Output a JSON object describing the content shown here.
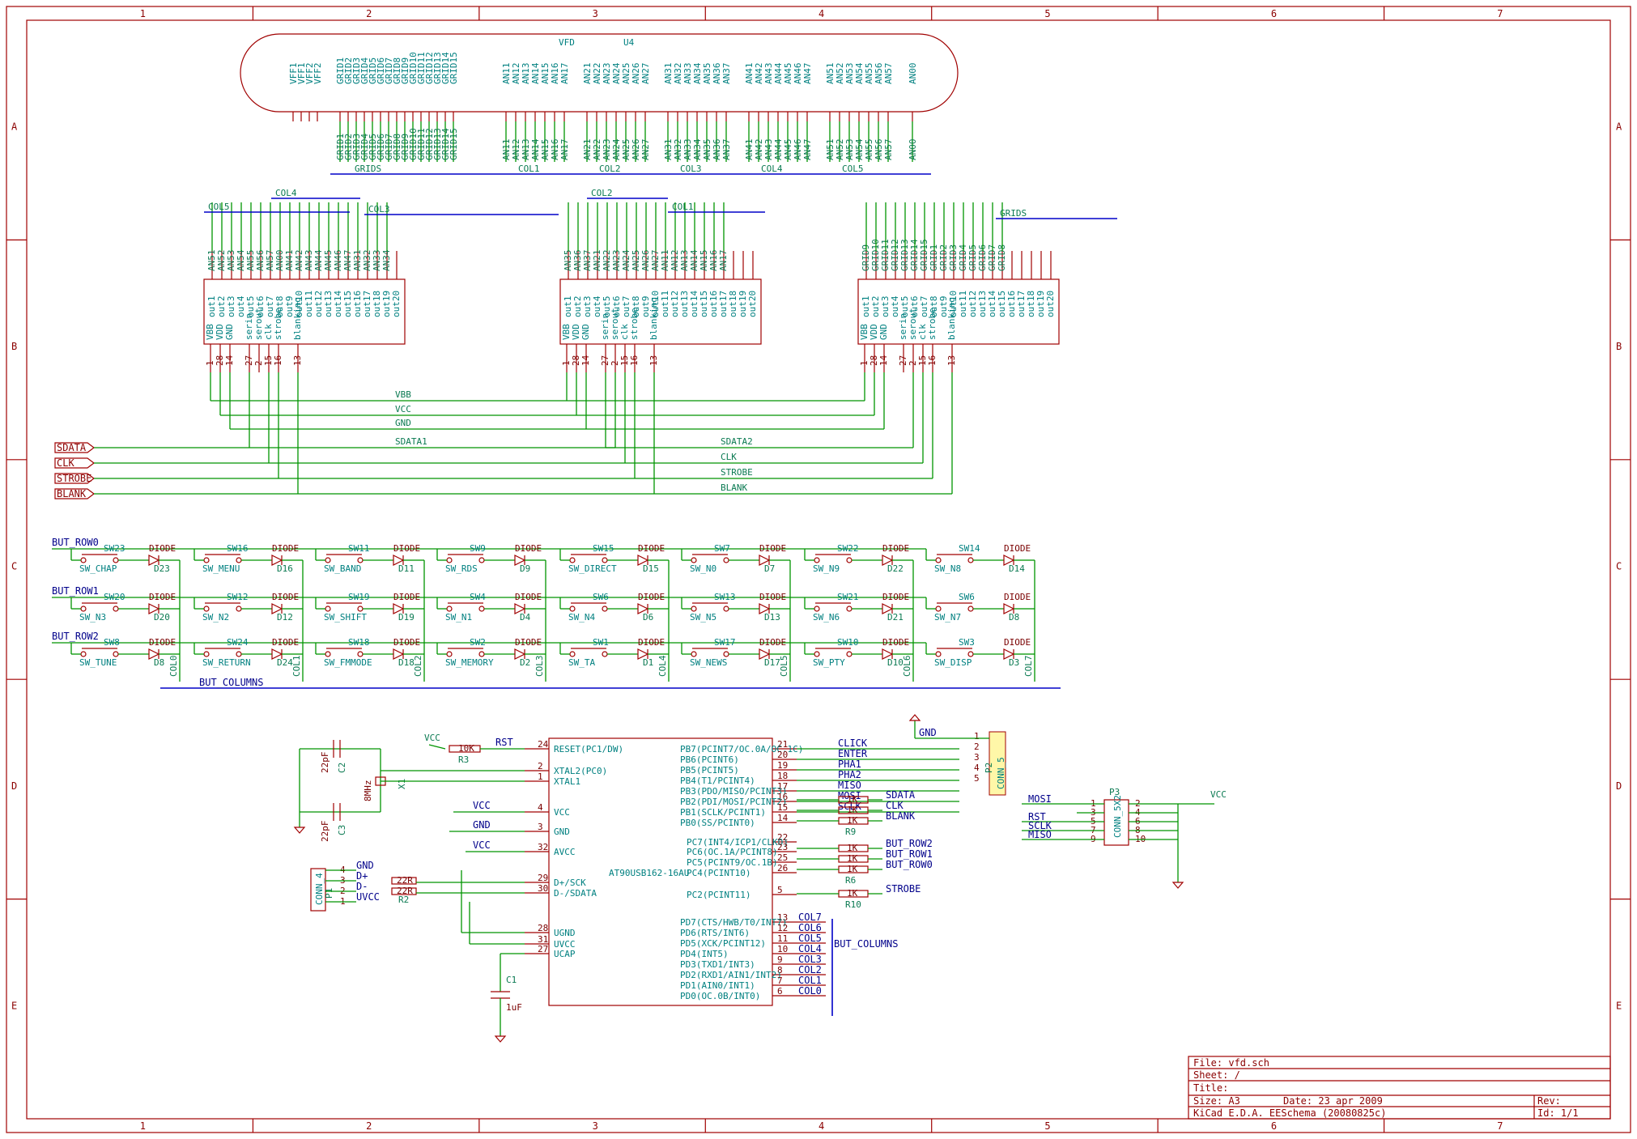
{
  "frame": {
    "columns": [
      "1",
      "2",
      "3",
      "4",
      "5",
      "6",
      "7"
    ],
    "rows": [
      "A",
      "B",
      "C",
      "D",
      "E"
    ]
  },
  "vfd": {
    "ref": "U4",
    "value": "VFD",
    "filament": [
      "VFF1",
      "VFF1",
      "VFF2",
      "VFF2"
    ],
    "grids": [
      "GRID1",
      "GRID2",
      "GRID3",
      "GRID4",
      "GRID5",
      "GRID6",
      "GRID7",
      "GRID8",
      "GRID9",
      "GRID10",
      "GRID11",
      "GRID12",
      "GRID13",
      "GRID14",
      "GRID15"
    ],
    "an1": [
      "AN11",
      "AN12",
      "AN13",
      "AN14",
      "AN15",
      "AN16",
      "AN17"
    ],
    "an2": [
      "AN21",
      "AN22",
      "AN23",
      "AN24",
      "AN25",
      "AN26",
      "AN27"
    ],
    "an3": [
      "AN31",
      "AN32",
      "AN33",
      "AN34",
      "AN35",
      "AN36",
      "AN37"
    ],
    "an4": [
      "AN41",
      "AN42",
      "AN43",
      "AN44",
      "AN45",
      "AN46",
      "AN47"
    ],
    "an5": [
      "AN51",
      "AN52",
      "AN53",
      "AN54",
      "AN55",
      "AN56",
      "AN57"
    ],
    "an0": [
      "AN00"
    ],
    "bus_labels": [
      "GRIDS",
      "COL1",
      "COL2",
      "COL3",
      "COL4",
      "COL5"
    ]
  },
  "drivers": {
    "out_pins": [
      "out1",
      "out2",
      "out3",
      "out4",
      "out5",
      "out6",
      "out7",
      "out8",
      "out9",
      "out10",
      "out11",
      "out12",
      "out13",
      "out14",
      "out15",
      "out16",
      "out17",
      "out18",
      "out19",
      "out20"
    ],
    "ctrl_pins": [
      "VBB",
      "VDD",
      "GND",
      "serin",
      "serout",
      "clk",
      "strobe",
      "blanking"
    ],
    "ctrl_nums": [
      "1",
      "28",
      "14",
      "27",
      "2",
      "15",
      "16",
      "13"
    ],
    "d1_nets": [
      "AN51",
      "AN52",
      "AN53",
      "AN54",
      "AN55",
      "AN56",
      "AN57",
      "AN00",
      "AN41",
      "AN42",
      "AN43",
      "AN44",
      "AN45",
      "AN46",
      "AN47",
      "AN31",
      "AN32",
      "AN33",
      "AN34"
    ],
    "d1_buses": [
      "COL5",
      "COL4",
      "COL3"
    ],
    "d2_nets": [
      "AN35",
      "AN36",
      "AN37",
      "AN21",
      "AN22",
      "AN23",
      "AN24",
      "AN25",
      "AN26",
      "AN27",
      "AN11",
      "AN12",
      "AN13",
      "AN14",
      "AN15",
      "AN16",
      "AN17"
    ],
    "d2_buses": [
      "COL2",
      "COL1"
    ],
    "d3_nets": [
      "GRID9",
      "GRID10",
      "GRID11",
      "GRID12",
      "GRID13",
      "GRID14",
      "GRID15",
      "GRID1",
      "GRID2",
      "GRID3",
      "GRID4",
      "GRID5",
      "GRID6",
      "GRID7",
      "GRID8"
    ],
    "d3_bus": "GRIDS"
  },
  "bus_nets": {
    "vbb": "VBB",
    "vcc": "VCC",
    "gnd": "GND",
    "sdata1": "SDATA1",
    "sdata2": "SDATA2",
    "clk": "CLK",
    "strobe": "STROBE",
    "blank": "BLANK"
  },
  "inputs": [
    "SDATA",
    "CLK",
    "STROBE",
    "BLANK"
  ],
  "buttons": {
    "row_labels": [
      "BUT_ROW0",
      "BUT_ROW1",
      "BUT_ROW2"
    ],
    "diode_value": "DIODE",
    "rows": [
      [
        {
          "sw": "SW23",
          "name": "SW_CHAP",
          "d": "D23"
        },
        {
          "sw": "SW16",
          "name": "SW_MENU",
          "d": "D16"
        },
        {
          "sw": "SW11",
          "name": "SW_BAND",
          "d": "D11"
        },
        {
          "sw": "SW9",
          "name": "SW_RDS",
          "d": "D9"
        },
        {
          "sw": "SW15",
          "name": "SW_DIRECT",
          "d": "D15"
        },
        {
          "sw": "SW7",
          "name": "SW_N0",
          "d": "D7"
        },
        {
          "sw": "SW22",
          "name": "SW_N9",
          "d": "D22"
        },
        {
          "sw": "SW14",
          "name": "SW_N8",
          "d": "D14"
        }
      ],
      [
        {
          "sw": "SW20",
          "name": "SW_N3",
          "d": "D20"
        },
        {
          "sw": "SW12",
          "name": "SW_N2",
          "d": "D12"
        },
        {
          "sw": "SW19",
          "name": "SW_SHIFT",
          "d": "D19"
        },
        {
          "sw": "SW4",
          "name": "SW_N1",
          "d": "D4"
        },
        {
          "sw": "SW6",
          "name": "SW_N4",
          "d": "D6"
        },
        {
          "sw": "SW13",
          "name": "SW_N5",
          "d": "D13"
        },
        {
          "sw": "SW21",
          "name": "SW_N6",
          "d": "D21"
        },
        {
          "sw": "SW6",
          "name": "SW_N7",
          "d": "D8"
        }
      ],
      [
        {
          "sw": "SW8",
          "name": "SW_TUNE",
          "d": "D8"
        },
        {
          "sw": "SW24",
          "name": "SW_RETURN",
          "d": "D24"
        },
        {
          "sw": "SW18",
          "name": "SW_FMMODE",
          "d": "D18"
        },
        {
          "sw": "SW2",
          "name": "SW_MEMORY",
          "d": "D2"
        },
        {
          "sw": "SW1",
          "name": "SW_TA",
          "d": "D1"
        },
        {
          "sw": "SW17",
          "name": "SW_NEWS",
          "d": "D17"
        },
        {
          "sw": "SW10",
          "name": "SW_PTY",
          "d": "D10"
        },
        {
          "sw": "SW3",
          "name": "SW_DISP",
          "d": "D3"
        }
      ]
    ],
    "columns": [
      "COL0",
      "COL1",
      "COL2",
      "COL3",
      "COL4",
      "COL5",
      "COL6",
      "COL7"
    ],
    "bus": "BUT_COLUMNS"
  },
  "mcu": {
    "name": "AT90USB162-16AU",
    "left": [
      {
        "num": "24",
        "pin": "RESET(PC1/DW)"
      },
      {
        "num": "2",
        "pin": "XTAL2(PC0)"
      },
      {
        "num": "1",
        "pin": "XTAL1"
      },
      {
        "num": "4",
        "pin": "VCC"
      },
      {
        "num": "3",
        "pin": "GND"
      },
      {
        "num": "32",
        "pin": "AVCC"
      },
      {
        "num": "29",
        "pin": "D+/SCK"
      },
      {
        "num": "30",
        "pin": "D-/SDATA"
      },
      {
        "num": "28",
        "pin": "UGND"
      },
      {
        "num": "31",
        "pin": "UVCC"
      },
      {
        "num": "27",
        "pin": "UCAP"
      }
    ],
    "right_top": [
      {
        "num": "21",
        "pin": "PB7(PCINT7/OC.0A/OC.1C)",
        "net": "CLICK"
      },
      {
        "num": "20",
        "pin": "PB6(PCINT6)",
        "net": "ENTER"
      },
      {
        "num": "19",
        "pin": "PB5(PCINT5)",
        "net": "PHA1"
      },
      {
        "num": "18",
        "pin": "PB4(T1/PCINT4)",
        "net": "PHA2"
      },
      {
        "num": "17",
        "pin": "PB3(PDO/MISO/PCINT3)",
        "net": "MISO"
      },
      {
        "num": "16",
        "pin": "PB2(PDI/MOSI/PCINT2)",
        "net": "MOSI"
      },
      {
        "num": "15",
        "pin": "PB1(SCLK/PCINT1)",
        "net": "SCLK"
      },
      {
        "num": "14",
        "pin": "PB0(SS/PCINT0)",
        "net": ""
      }
    ],
    "right_mid": [
      {
        "num": "22",
        "pin": "PC7(INT4/ICP1/CLKO)"
      },
      {
        "num": "23",
        "pin": "PC6(OC.1A/PCINT8)"
      },
      {
        "num": "25",
        "pin": "PC5(PCINT9/OC.1B)"
      },
      {
        "num": "26",
        "pin": "PC4(PCINT10)"
      },
      {
        "num": "5",
        "pin": "PC2(PCINT11)"
      }
    ],
    "right_bot": [
      {
        "num": "13",
        "pin": "PD7(CTS/HWB/T0/INT7)",
        "net": "COL7"
      },
      {
        "num": "12",
        "pin": "PD6(RTS/INT6)",
        "net": "COL6"
      },
      {
        "num": "11",
        "pin": "PD5(XCK/PCINT12)",
        "net": "COL5"
      },
      {
        "num": "10",
        "pin": "PD4(INT5)",
        "net": "COL4"
      },
      {
        "num": "9",
        "pin": "PD3(TXD1/INT3)",
        "net": "COL3"
      },
      {
        "num": "8",
        "pin": "PD2(RXD1/AIN1/INT2)",
        "net": "COL2"
      },
      {
        "num": "7",
        "pin": "PD1(AIN0/INT1)",
        "net": "COL1"
      },
      {
        "num": "6",
        "pin": "PD0(OC.0B/INT0)",
        "net": "COL0"
      }
    ],
    "col_bus": "BUT_COLUMNS"
  },
  "series_resistors": {
    "value": "1K",
    "packs": [
      {
        "ref": "R9",
        "nets": [
          "SDATA",
          "CLK",
          "BLANK"
        ],
        "pins": [
          "1K",
          "1K",
          "1K"
        ]
      },
      {
        "ref": "R6",
        "nets": [
          "BUT_ROW2",
          "BUT_ROW1",
          "BUT_ROW0"
        ],
        "pins": [
          "1K",
          "1K",
          "1K"
        ]
      },
      {
        "ref": "R10",
        "nets": [
          "STROBE"
        ],
        "pins": [
          "1K"
        ]
      }
    ]
  },
  "reset": {
    "res_ref": "R3",
    "res_val": "10K",
    "net": "RST",
    "vcc": "VCC"
  },
  "crystal": {
    "ref": "X1",
    "value": "8MHz",
    "c2_ref": "C2",
    "c3_ref": "C3",
    "cap_val": "22pF"
  },
  "power_labels": {
    "vcc1": "VCC",
    "gnd": "GND",
    "vcc2": "VCC"
  },
  "usb": {
    "ref": "P1",
    "name": "CONN_4",
    "pins": [
      "4",
      "3",
      "2",
      "1"
    ],
    "nets": [
      "GND",
      "D+",
      "D-",
      "UVCC"
    ],
    "res_val": "22R",
    "res_ref": "R2"
  },
  "ucap": {
    "ref": "C1",
    "value": "1uF"
  },
  "encoder": {
    "ref": "P2",
    "name": "CONN_5",
    "gnd": "GND",
    "pins": [
      "1",
      "2",
      "3",
      "4",
      "5"
    ]
  },
  "isp": {
    "ref": "P3",
    "name": "CONN_5X2",
    "left_nums": [
      "1",
      "3",
      "5",
      "7",
      "9"
    ],
    "right_nums": [
      "2",
      "4",
      "6",
      "8",
      "10"
    ],
    "nets": [
      "MOSI",
      "",
      "RST",
      "SCLK",
      "MISO"
    ],
    "vcc": "VCC"
  },
  "title_block": {
    "file": "File: vfd.sch",
    "sheet": "Sheet: /",
    "title": "Title:",
    "size": "Size: A3",
    "date": "Date: 23 apr 2009",
    "rev": "Rev:",
    "app": "KiCad E.D.A.  EESchema (20080825c)",
    "id": "Id: 1/1"
  }
}
